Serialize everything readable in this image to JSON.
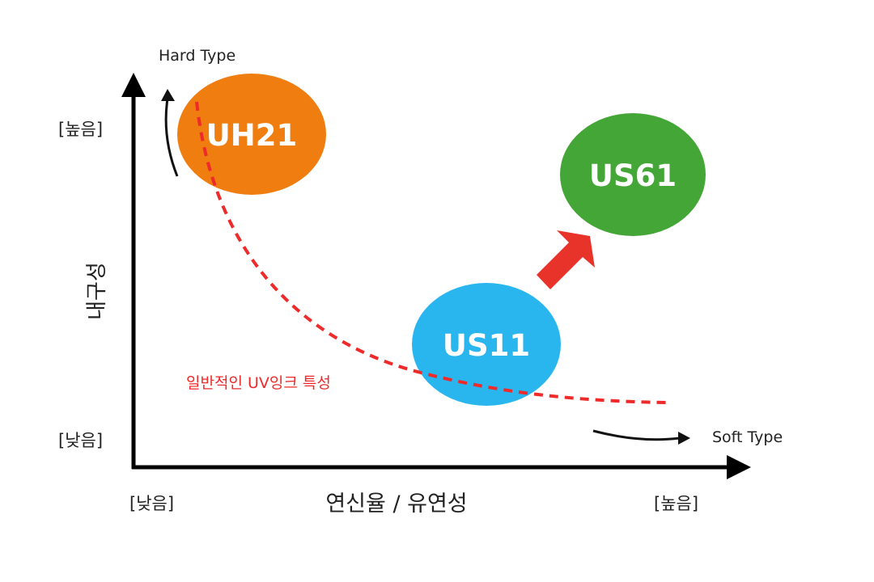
{
  "axes": {
    "y_title": "내구성",
    "x_title": "연신율 / 유연성",
    "y_high": "[높음]",
    "y_low": "[낮음]",
    "x_low": "[낮음]",
    "x_high": "[높음]"
  },
  "annotations": {
    "hard_type": "Hard Type",
    "soft_type": "Soft Type",
    "curve_label": "일반적인 UV잉크 특성"
  },
  "bubbles": [
    {
      "label": "UH21",
      "color": "#f07d0f"
    },
    {
      "label": "US61",
      "color": "#44a637"
    },
    {
      "label": "US11",
      "color": "#29b6ef"
    }
  ],
  "colors": {
    "axis": "#000000",
    "curve": "#ee2a2a",
    "arrow": "#e8332b",
    "curve_label": "#ee2a2a"
  }
}
